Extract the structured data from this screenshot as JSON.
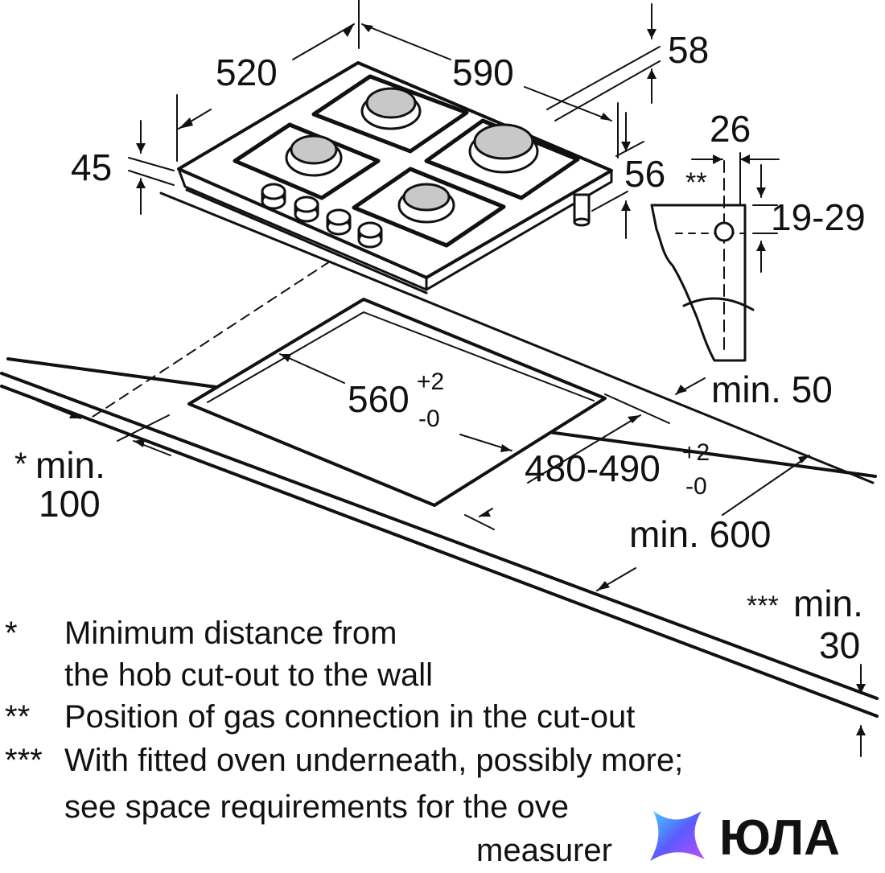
{
  "dimensions": {
    "width": "520",
    "depth": "590",
    "height_front": "45",
    "height_top": "58",
    "height_side": "56",
    "side_offset": "26",
    "gas_marker": "**",
    "gas_range": "19-29",
    "cutout_width_main": "560",
    "cutout_width_sup": "+2",
    "cutout_width_sub": "-0",
    "cutout_depth_main": "480-490",
    "cutout_depth_sup": "+2",
    "cutout_depth_sub": "-0",
    "min_back": "min. 50",
    "min_wall_star": "*",
    "min_wall_label": "min.",
    "min_wall_value": "100",
    "min_worktop": "min. 600",
    "min_oven_star": "***",
    "min_oven_label": "min.",
    "min_oven_value": "30"
  },
  "notes": [
    {
      "mark": "*",
      "line1": "Minimum distance from",
      "line2": "the hob cut-out to the wall"
    },
    {
      "mark": "**",
      "line1": "Position of gas connection in the cut-out",
      "line2": ""
    },
    {
      "mark": "***",
      "line1": "With fitted oven underneath, possibly more;",
      "line2": "see space requirements for the ove",
      "line3": "measurer"
    }
  ],
  "watermark": {
    "text": "ЮЛА",
    "icon": "star-logo-icon",
    "colors": [
      "#5b5bff",
      "#c04bff",
      "#3fd0ff"
    ]
  }
}
